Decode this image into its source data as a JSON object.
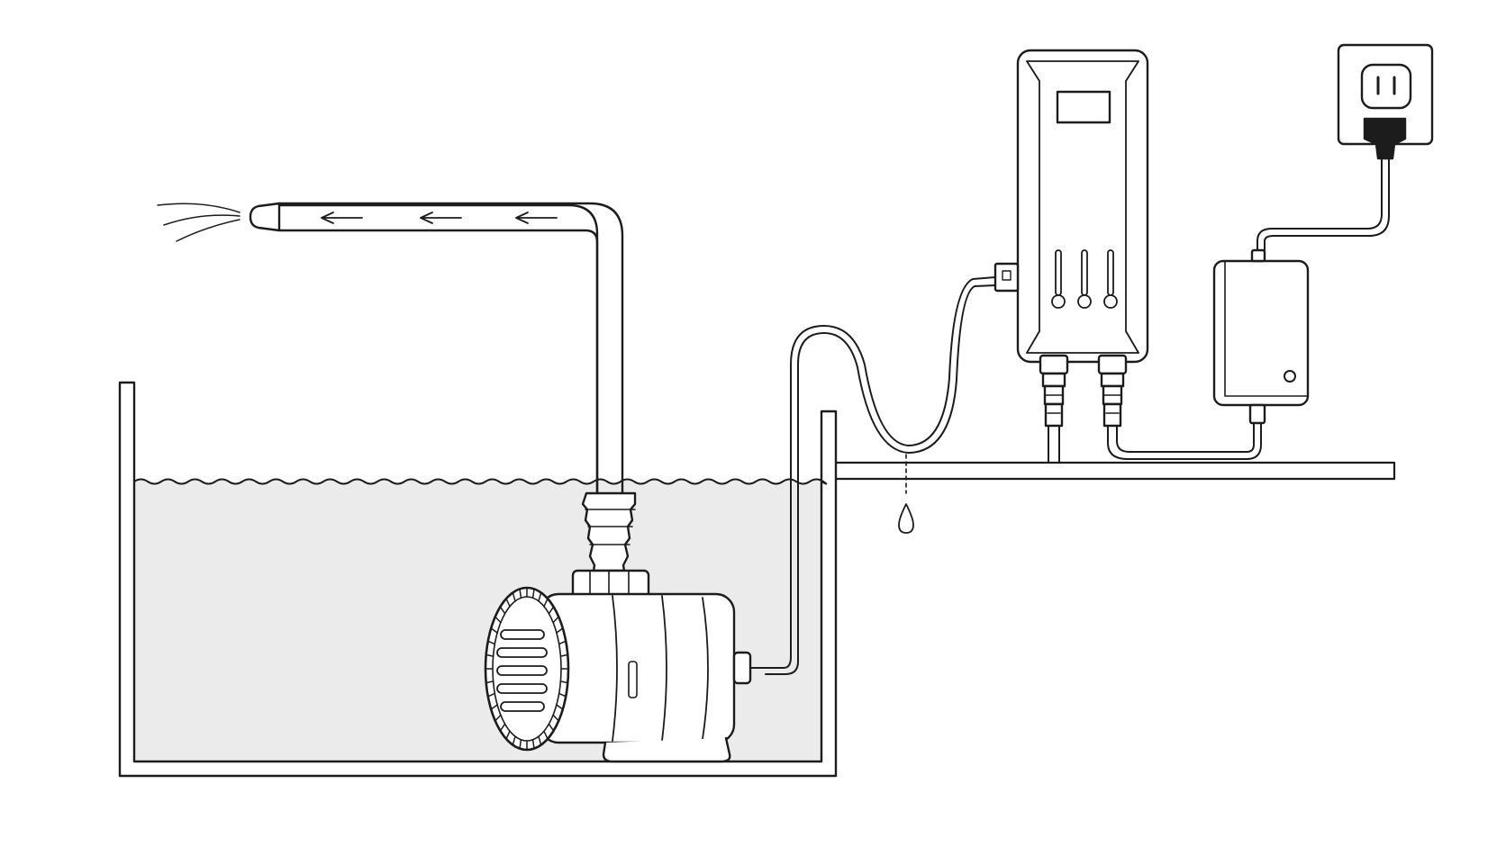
{
  "diagram": {
    "components": [
      "water-tank",
      "submersible-pump",
      "outlet-pipe",
      "nozzle",
      "controller",
      "power-adapter",
      "wall-outlet"
    ],
    "flow_direction": "left",
    "colors": {
      "line": "#1c1c1c",
      "water": "#ebebeb",
      "background": "#ffffff"
    },
    "icons": [
      "water-spray-icon",
      "flow-arrow-icon",
      "water-drop-icon",
      "power-plug-icon",
      "indicator-light-icon"
    ]
  }
}
